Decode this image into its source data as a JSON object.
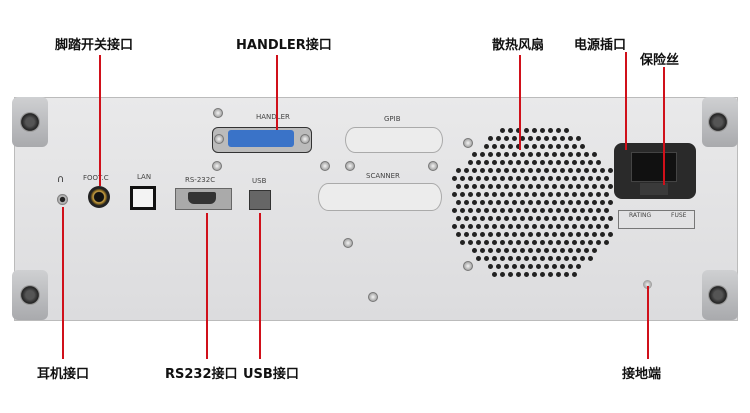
{
  "callouts": {
    "foot_switch": "脚踏开关接口",
    "handler": "HANDLER接口",
    "fan": "散热风扇",
    "power_socket": "电源插口",
    "fuse": "保险丝",
    "earphone": "耳机接口",
    "rs232": "RS232接口",
    "usb": "USB接口",
    "ground": "接地端"
  },
  "panel_labels": {
    "handler": "HANDLER",
    "gpib": "GPIB",
    "scanner": "SCANNER",
    "foot": "FOOT.C",
    "lan": "LAN",
    "rs232": "RS-232C",
    "usb": "USB",
    "rating": "RATING",
    "fuse": "FUSE"
  },
  "colors": {
    "callout_line": "#d0101a",
    "handler_connector": "#3a73c8"
  }
}
